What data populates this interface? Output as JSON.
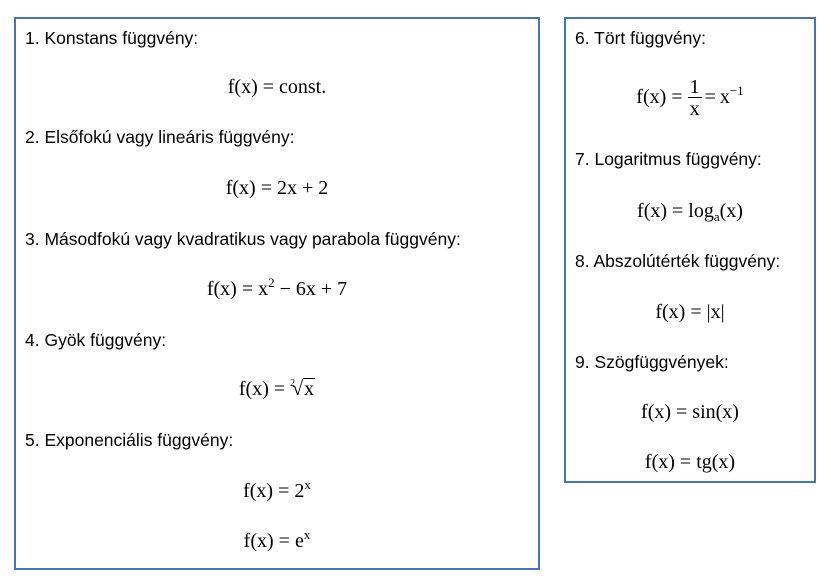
{
  "accent_color": "#4472c4",
  "left_panel": {
    "sections": [
      {
        "heading": "1. Konstans függvény:",
        "formulas": [
          {
            "lhs": "f(x)",
            "op": "=",
            "rhs": "const."
          }
        ]
      },
      {
        "heading": "2. Elsőfokú vagy lineáris függvény:",
        "formulas": [
          {
            "lhs": "f(x)",
            "op": "=",
            "rhs": "2x + 2"
          }
        ]
      },
      {
        "heading": "3. Másodfokú vagy kvadratikus vagy parabola függvény:",
        "formulas": [
          {
            "lhs": "f(x)",
            "op": "=",
            "base": "x",
            "exp": "2",
            "rest": " − 6x + 7"
          }
        ]
      },
      {
        "heading": "4. Gyök függvény:",
        "formulas": [
          {
            "lhs": "f(x)",
            "op": "=",
            "root_index": "2",
            "radicand": "x"
          }
        ]
      },
      {
        "heading": "5. Exponenciális függvény:",
        "formulas": [
          {
            "lhs": "f(x)",
            "op": "=",
            "base": "2",
            "exp": "x"
          },
          {
            "lhs": "f(x)",
            "op": "=",
            "base": "e",
            "exp": "x"
          }
        ]
      }
    ]
  },
  "right_panel": {
    "sections": [
      {
        "heading": "6. Tört függvény:",
        "formulas": [
          {
            "lhs": "f(x)",
            "op": "=",
            "numerator": "1",
            "denominator": "x",
            "op2": "=",
            "base": "x",
            "exp": "−1"
          }
        ]
      },
      {
        "heading": "7. Logaritmus függvény:",
        "formulas": [
          {
            "lhs": "f(x)",
            "op": "=",
            "func": "log",
            "sub": "a",
            "arg": "(x)"
          }
        ]
      },
      {
        "heading": "8. Abszolútérték függvény:",
        "formulas": [
          {
            "lhs": "f(x)",
            "op": "=",
            "rhs": "|x|"
          }
        ]
      },
      {
        "heading": "9. Szögfüggvények:",
        "formulas": [
          {
            "lhs": "f(x)",
            "op": "=",
            "rhs": "sin(x)"
          },
          {
            "lhs": "f(x)",
            "op": "=",
            "rhs": "tg(x)"
          }
        ]
      }
    ]
  }
}
